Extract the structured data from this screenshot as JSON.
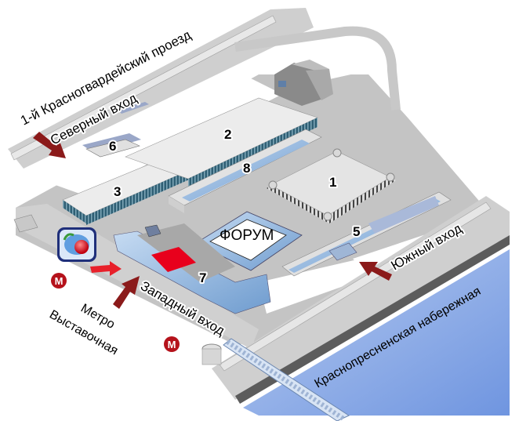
{
  "map": {
    "title": "Схема территории ЦВК Экспоцентр",
    "streets": {
      "north_street": "1-й Красногвардейский проезд",
      "embankment": "Краснопресненская набережная"
    },
    "entrances": {
      "north": "Северный вход",
      "west": "Западный вход",
      "south": "Южный вход"
    },
    "metro": {
      "icon_letter": "М",
      "station": [
        "Метро",
        "Выставочная"
      ]
    },
    "pavilions": {
      "p1": "1",
      "p2": "2",
      "p3": "3",
      "p5": "5",
      "p6": "6",
      "p7": "7",
      "p8": "8",
      "forum": "ФОРУМ"
    },
    "colors": {
      "arrow": "#8b1a1a",
      "arrow_west": "#e8202a",
      "metro": "#b5121b",
      "highlight": "#e8001c",
      "water": "#8fb0e8",
      "road": "#c8c8c8",
      "glass": "#8fb4dc"
    }
  }
}
